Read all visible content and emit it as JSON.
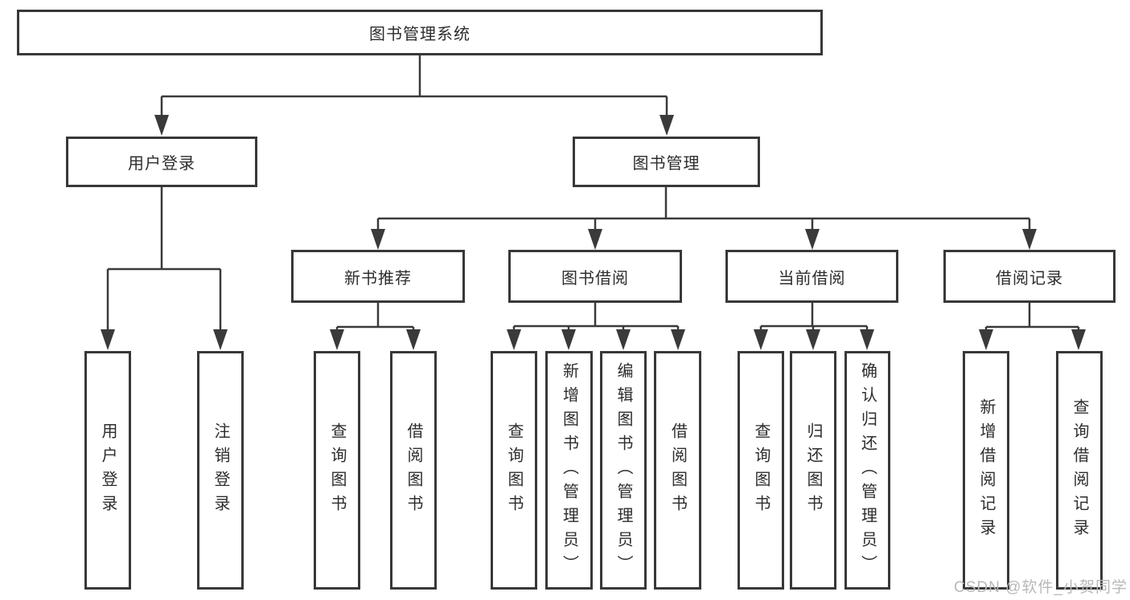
{
  "diagram": {
    "root": {
      "label": "图书管理系统"
    },
    "branches": [
      {
        "label": "用户登录",
        "children": [
          {
            "label": "用户登录"
          },
          {
            "label": "注销登录"
          }
        ]
      },
      {
        "label": "图书管理",
        "children": [
          {
            "label": "新书推荐",
            "children": [
              {
                "label": "查询图书"
              },
              {
                "label": "借阅图书"
              }
            ]
          },
          {
            "label": "图书借阅",
            "children": [
              {
                "label": "查询图书"
              },
              {
                "label": "新增图书（管理员）"
              },
              {
                "label": "编辑图书（管理员）"
              },
              {
                "label": "借阅图书"
              }
            ]
          },
          {
            "label": "当前借阅",
            "children": [
              {
                "label": "查询图书"
              },
              {
                "label": "归还图书"
              },
              {
                "label": "确认归还（管理员）"
              }
            ]
          },
          {
            "label": "借阅记录",
            "children": [
              {
                "label": "新增借阅记录"
              },
              {
                "label": "查询借阅记录"
              }
            ]
          }
        ]
      }
    ]
  },
  "watermark": {
    "text": "CSDN @软件_小贺同学"
  },
  "colors": {
    "line": "#3a3a3a",
    "border": "#383838",
    "text": "#2d2d2d",
    "background": "#ffffff",
    "watermark": "#b8b8b8"
  }
}
